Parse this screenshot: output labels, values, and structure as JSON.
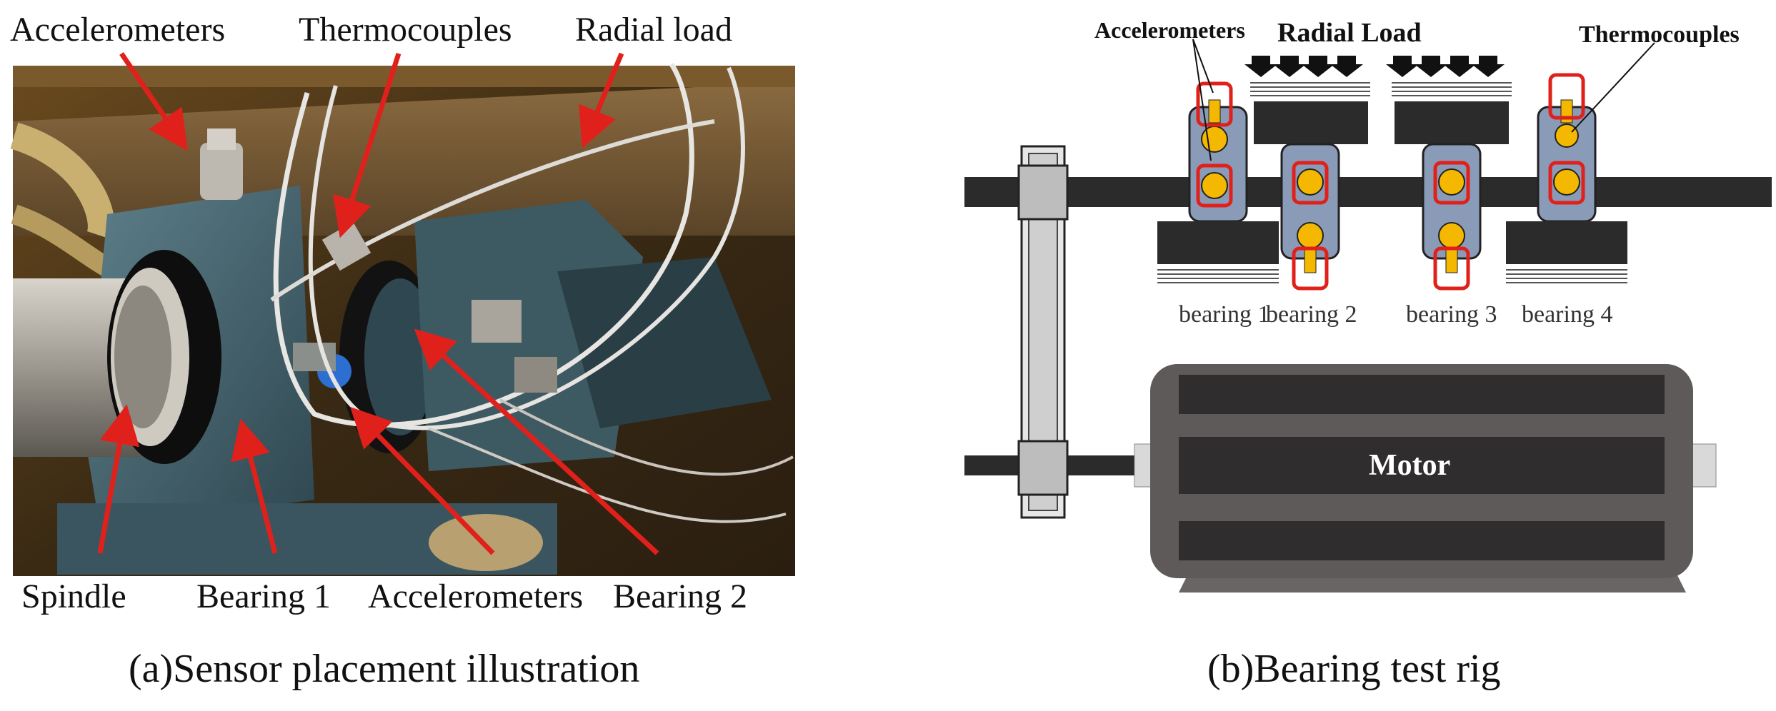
{
  "panel_a": {
    "labels": {
      "accelerometers_top": "Accelerometers",
      "thermocouples": "Thermocouples",
      "radial_load": "Radial load",
      "spindle": "Spindle",
      "bearing1": "Bearing 1",
      "accelerometers_bottom": "Accelerometers",
      "bearing2": "Bearing 2"
    },
    "caption": "(a)Sensor placement illustration"
  },
  "panel_b": {
    "labels": {
      "accelerometers": "Accelerometers",
      "radial_load": "Radial Load",
      "thermocouples": "Thermocouples",
      "bearing1": "bearing 1",
      "bearing2": "bearing 2",
      "bearing3": "bearing 3",
      "bearing4": "bearing 4",
      "motor": "Motor"
    },
    "caption": "(b)Bearing test rig"
  },
  "colors": {
    "arrow_red": "#e0211b",
    "housing_blue": "#8a9bb8",
    "shaft_dark": "#2b2b2b",
    "bearing_yellow": "#f5b800",
    "motor_gray": "#5e5a5a"
  }
}
